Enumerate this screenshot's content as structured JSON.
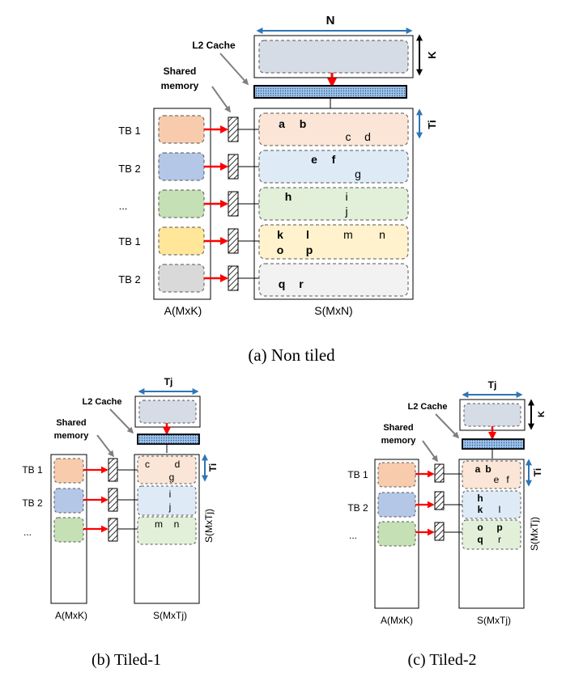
{
  "colors": {
    "orange": "#f8cbad",
    "blue": "#b4c7e7",
    "green": "#c5e0b4",
    "yellow": "#ffe699",
    "gray": "#d9d9d9",
    "cache_block": "#d6dce5",
    "arrow_red": "#ff0000",
    "arrow_blue": "#2e75b6",
    "cache_bar": "#9dc3e6"
  },
  "icons": [
    "red-arrow-icon",
    "gray-arrow-icon",
    "double-arrow-icon",
    "hatched-shared-memory-icon",
    "dotted-cache-bar-icon"
  ],
  "panel_a": {
    "caption": "(a) Non tiled",
    "dim_n": "N",
    "dim_k": "K",
    "dim_ti": "Ti",
    "l2_label": "L2 Cache",
    "shared_label_1": "Shared",
    "shared_label_2": "memory",
    "a_label": "A(MxK)",
    "s_label": "S(MxN)",
    "rows": [
      {
        "tb": "TB 1",
        "letters": [
          "a",
          "b",
          "c",
          "d"
        ]
      },
      {
        "tb": "TB 2",
        "letters": [
          "e",
          "f",
          "g"
        ]
      },
      {
        "tb": "...",
        "letters": [
          "h",
          "i",
          "j"
        ]
      },
      {
        "tb": "TB 1",
        "letters": [
          "k",
          "l",
          "m",
          "n",
          "o",
          "p"
        ]
      },
      {
        "tb": "TB 2",
        "letters": [
          "q",
          "r"
        ]
      }
    ]
  },
  "panel_b": {
    "caption": "(b) Tiled-1",
    "dim_tj": "Tj",
    "dim_ti": "Ti",
    "l2_label": "L2 Cache",
    "shared_label_1": "Shared",
    "shared_label_2": "memory",
    "a_label": "A(MxK)",
    "s_label": "S(MxTj)",
    "s_side_label": "S(MxTj)",
    "rows": [
      {
        "tb": "TB 1",
        "letters": [
          "c",
          "d",
          "g"
        ]
      },
      {
        "tb": "TB 2",
        "letters": [
          "i",
          "j"
        ]
      },
      {
        "tb": "...",
        "letters": [
          "m",
          "n"
        ]
      }
    ]
  },
  "panel_c": {
    "caption": "(c) Tiled-2",
    "dim_tj": "Tj",
    "dim_k": "K",
    "dim_ti": "Ti",
    "l2_label": "L2 Cache",
    "shared_label_1": "Shared",
    "shared_label_2": "memory",
    "a_label": "A(MxK)",
    "s_label": "S(MxTj)",
    "s_side_label": "S(MxTj)",
    "rows": [
      {
        "tb": "TB 1",
        "letters": [
          "a",
          "b",
          "e",
          "f"
        ]
      },
      {
        "tb": "TB 2",
        "letters": [
          "h",
          "k",
          "l"
        ]
      },
      {
        "tb": "...",
        "letters": [
          "o",
          "p",
          "q",
          "r"
        ]
      }
    ]
  }
}
